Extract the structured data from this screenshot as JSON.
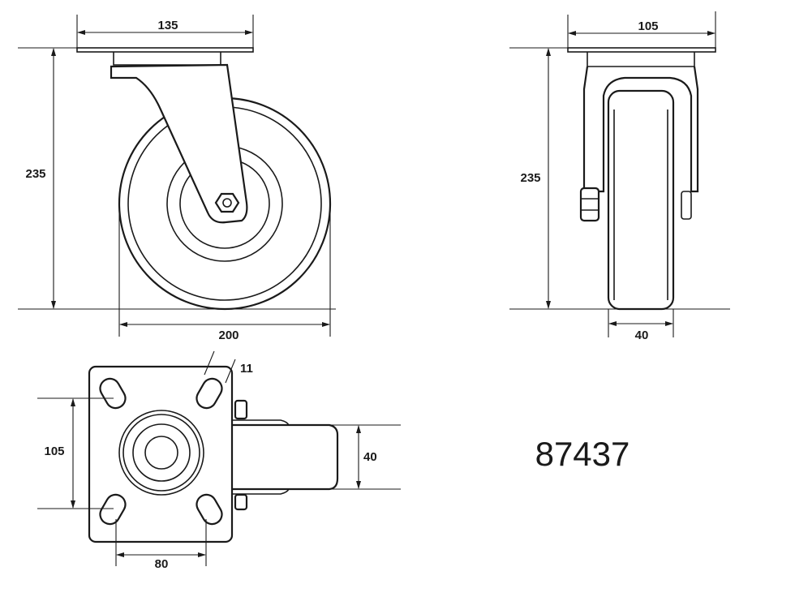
{
  "model_number": "87437",
  "side_view": {
    "plate_width": "135",
    "height": "235",
    "wheel_diameter": "200"
  },
  "front_view": {
    "plate_width": "105",
    "height": "235",
    "wheel_width": "40"
  },
  "top_view": {
    "slot_width": "11",
    "hole_spacing_vertical": "105",
    "hole_spacing_horizontal": "80",
    "wheel_width": "40"
  },
  "colors": {
    "line": "#1a1a1a",
    "background": "#ffffff"
  }
}
